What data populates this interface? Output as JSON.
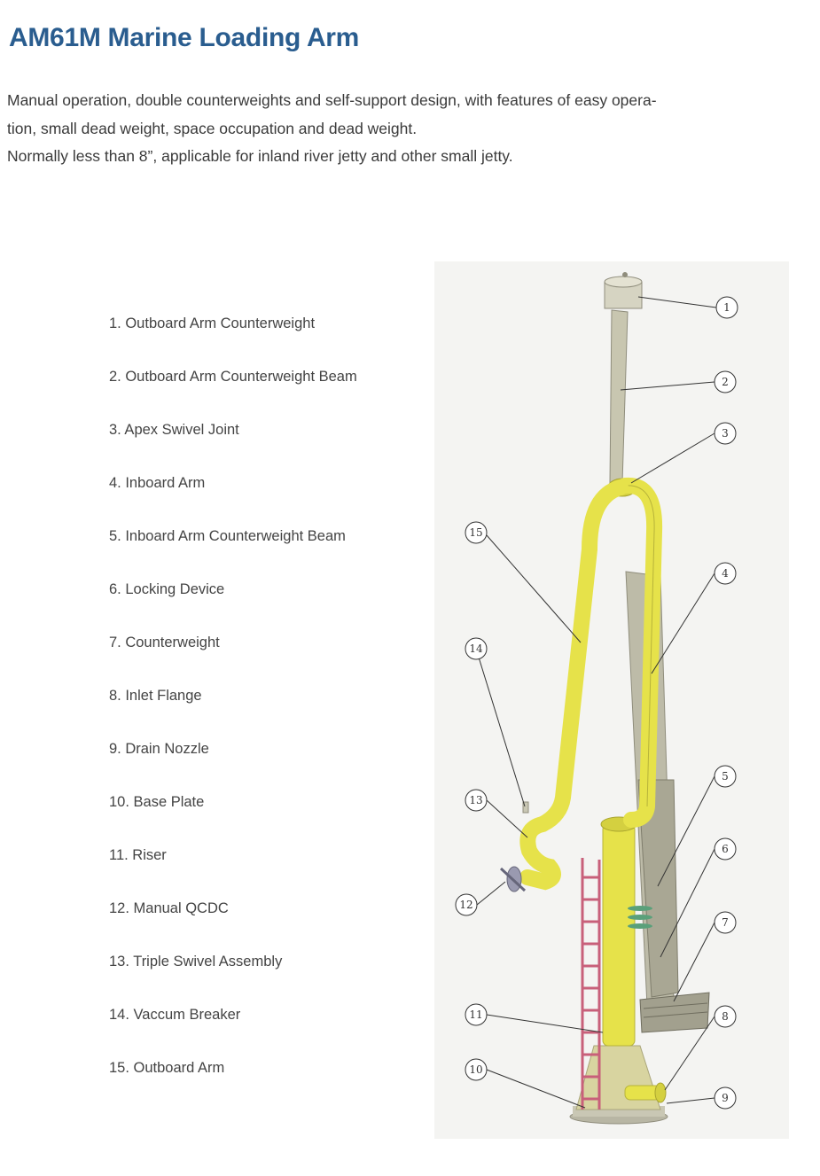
{
  "page": {
    "title": "AM61M Marine Loading Arm",
    "intro": [
      "Manual operation, double counterweights and self-support design, with features of easy opera-",
      "tion, small dead weight, space  occupation and dead weight.",
      "Normally less than  8”,  applicable for inland river jetty and other small jetty."
    ]
  },
  "legend": [
    "1. Outboard Arm Counterweight",
    "2. Outboard Arm Counterweight Beam",
    "3. Apex Swivel Joint",
    "4. Inboard Arm",
    "5. Inboard Arm Counterweight Beam",
    "6. Locking Device",
    "7. Counterweight",
    "8. Inlet Flange",
    "9. Drain Nozzle",
    "10. Base Plate",
    "11. Riser",
    "12. Manual QCDC",
    "13. Triple Swivel Assembly",
    "14. Vaccum Breaker",
    "15. Outboard Arm"
  ],
  "callouts": [
    "1",
    "2",
    "3",
    "4",
    "5",
    "6",
    "7",
    "8",
    "9",
    "10",
    "11",
    "12",
    "13",
    "14",
    "15"
  ],
  "colors": {
    "title": "#2a5d8f",
    "arm_yellow": "#e6e24a",
    "beam_grey": "#c8c6b0",
    "ladder_pink": "#c8607a"
  }
}
